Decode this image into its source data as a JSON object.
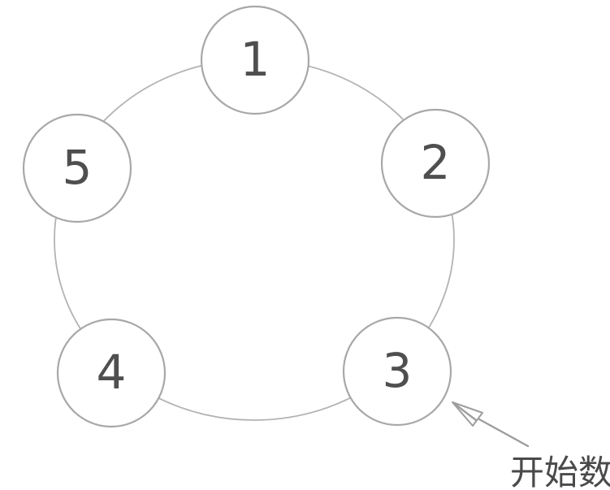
{
  "diagram": {
    "type": "circular-counting-sequence",
    "nodes": [
      {
        "label": "1"
      },
      {
        "label": "2"
      },
      {
        "label": "3"
      },
      {
        "label": "4"
      },
      {
        "label": "5"
      }
    ],
    "annotation": {
      "label": "开始数",
      "points_to_node": "3"
    },
    "colors": {
      "background": "#ffffff",
      "ring_stroke": "#b3b3b3",
      "node_stroke": "#a8a8a8",
      "node_fill": "#ffffff",
      "number_color": "#4f4f4f",
      "annotation_text_color": "#4a4a4a",
      "arrow_color": "#9e9e9e"
    }
  }
}
